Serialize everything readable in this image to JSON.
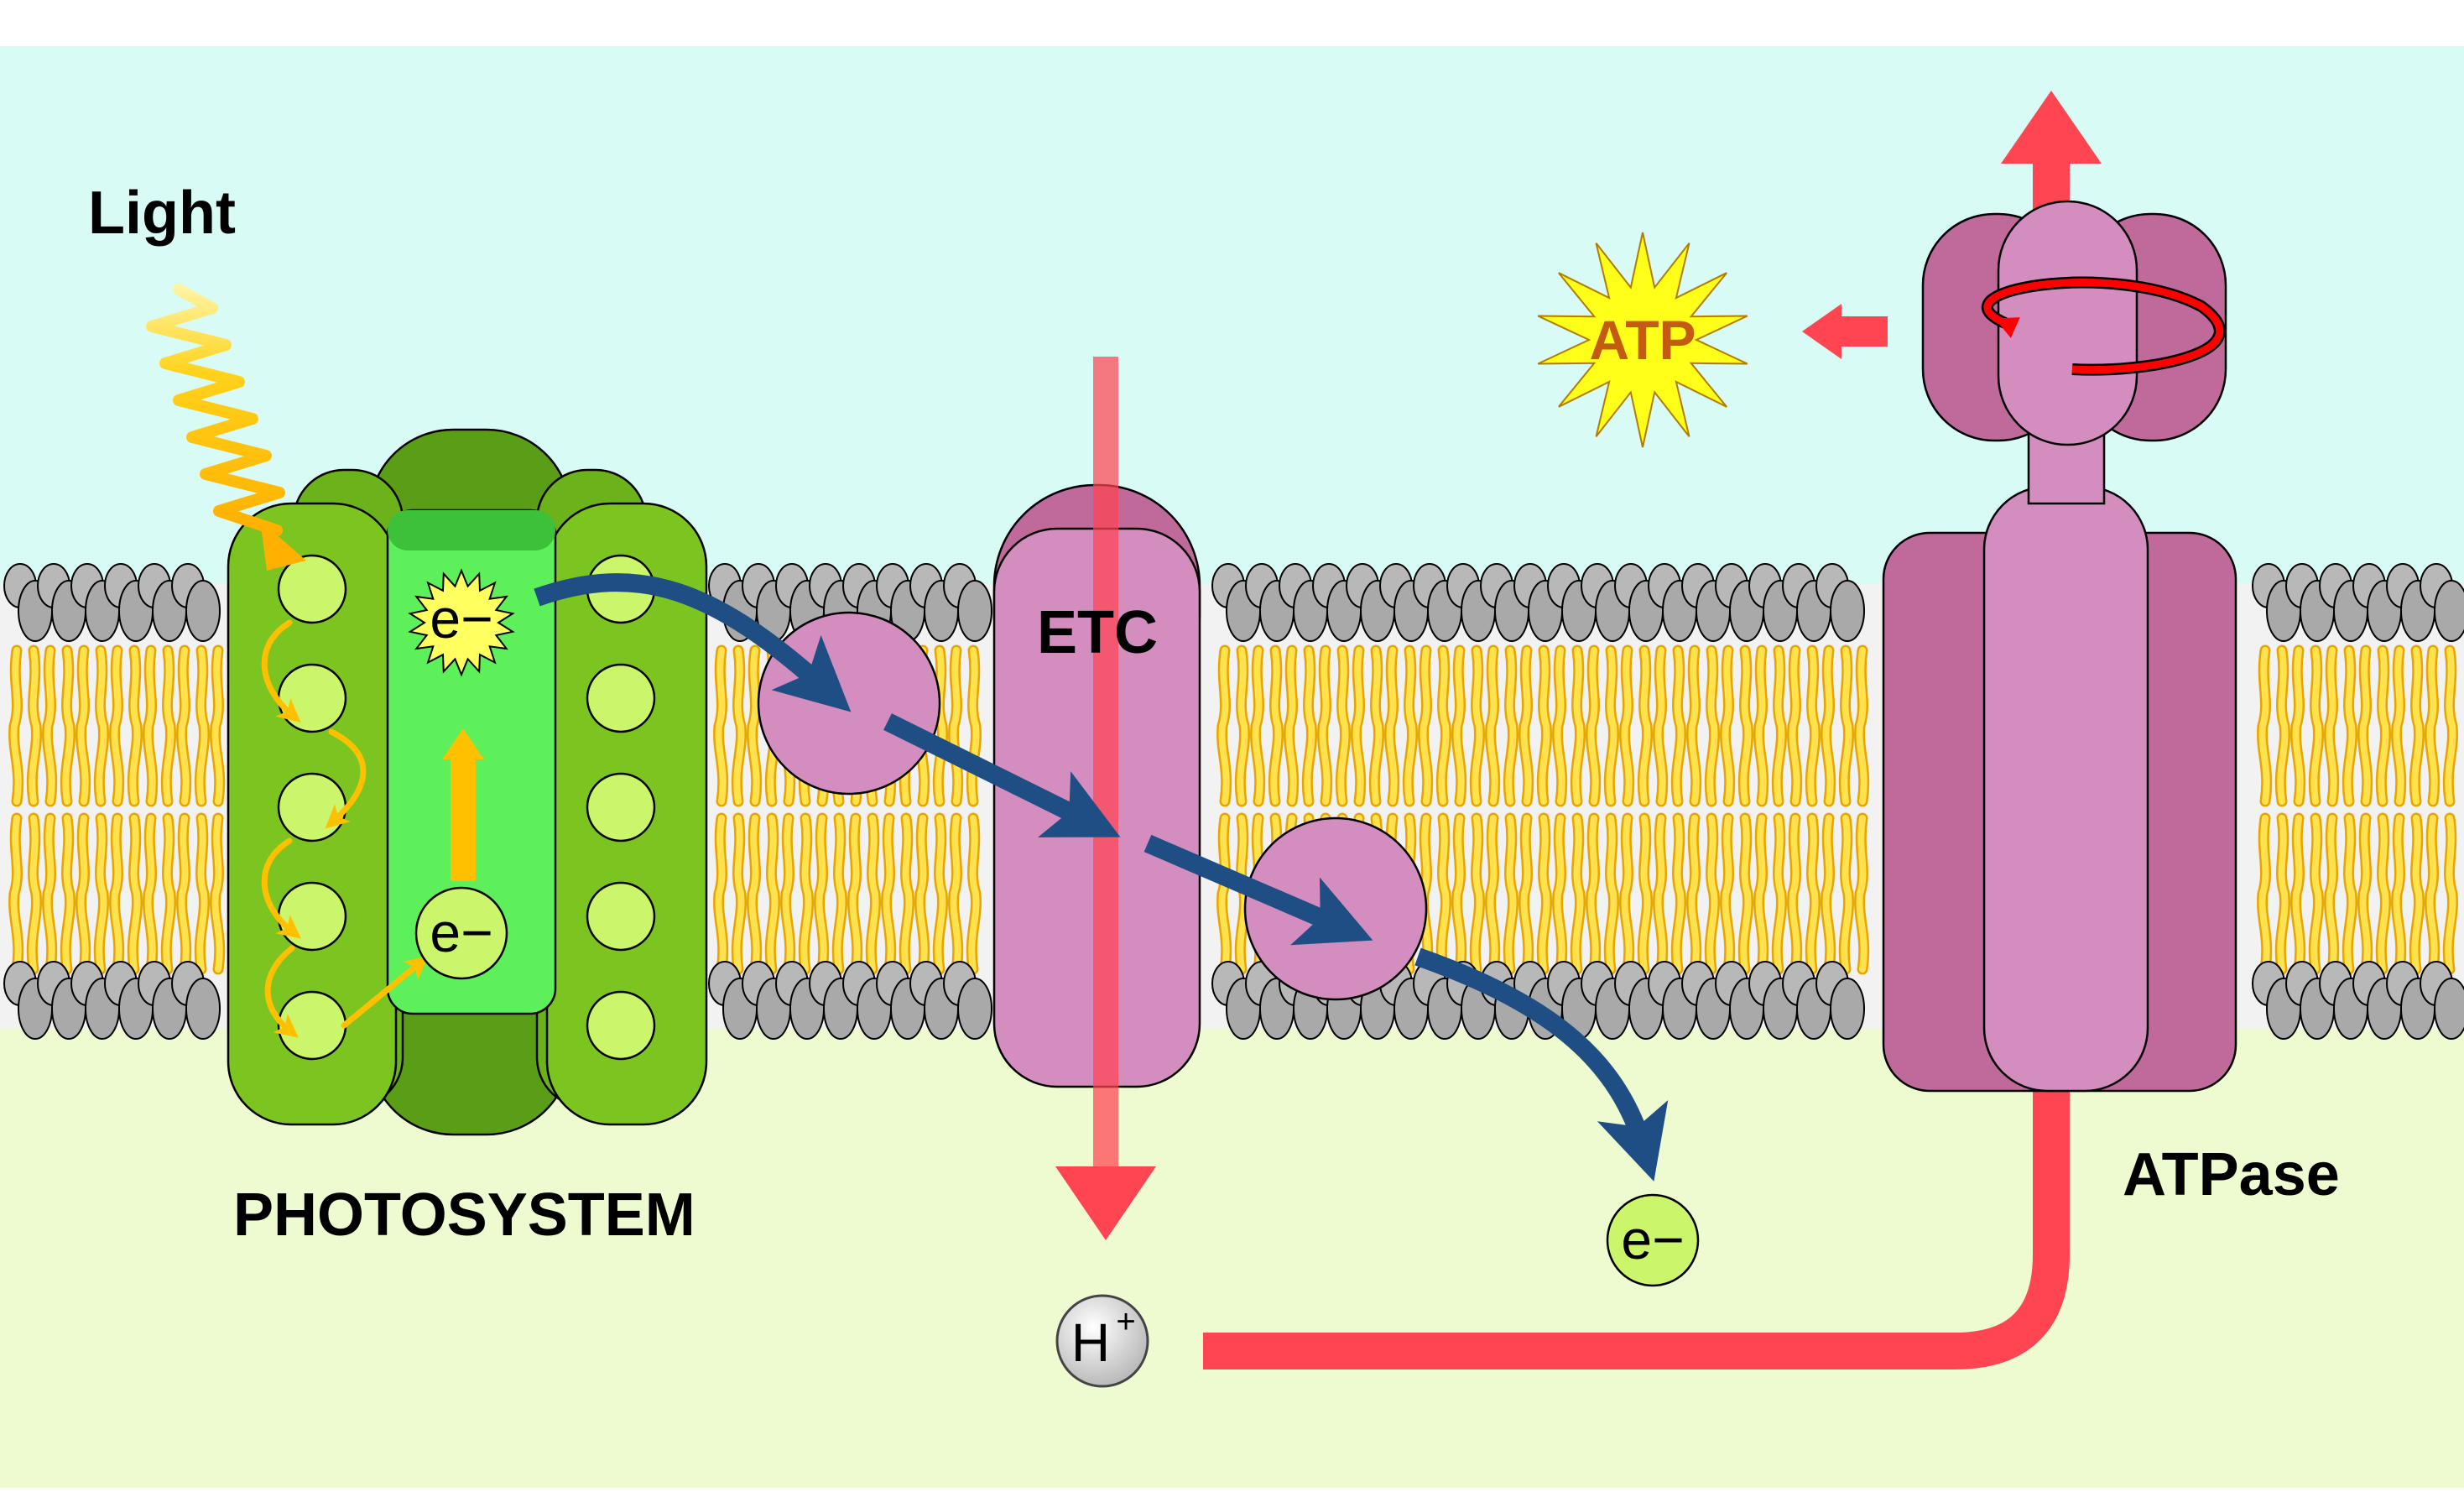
{
  "labels": {
    "light": "Light",
    "photosystem": "PHOTOSYSTEM",
    "etc": "ETC",
    "atpase": "ATPase",
    "atp": "ATP",
    "electron": "e−",
    "proton_base": "H",
    "proton_charge": "+"
  },
  "colors": {
    "stroma": "#d9fbf5",
    "lumen": "#eefbd1",
    "lipid_tail": "#ffe24d",
    "lipid_tail_edge": "#e8a400",
    "lipid_head": "#a9a9a9",
    "photosystem_green": "#7cc41f",
    "photosystem_dark": "#5a9e17",
    "reaction_center": "#5ef05a",
    "pigment": "#cbf56a",
    "protein_pink": "#d38dbe",
    "protein_dark_pink": "#bf6a9a",
    "electron_arrow": "#1f4e85",
    "proton_arrow": "#ff4452",
    "energy_arrow": "#ffc000",
    "atp_burst": "#ffff1a",
    "atp_text": "#c55a11"
  },
  "icons": [
    "light-wave-icon",
    "electron-flow-arrow-icon",
    "proton-flow-arrow-icon",
    "rotation-arrow-icon",
    "atp-burst-icon"
  ]
}
